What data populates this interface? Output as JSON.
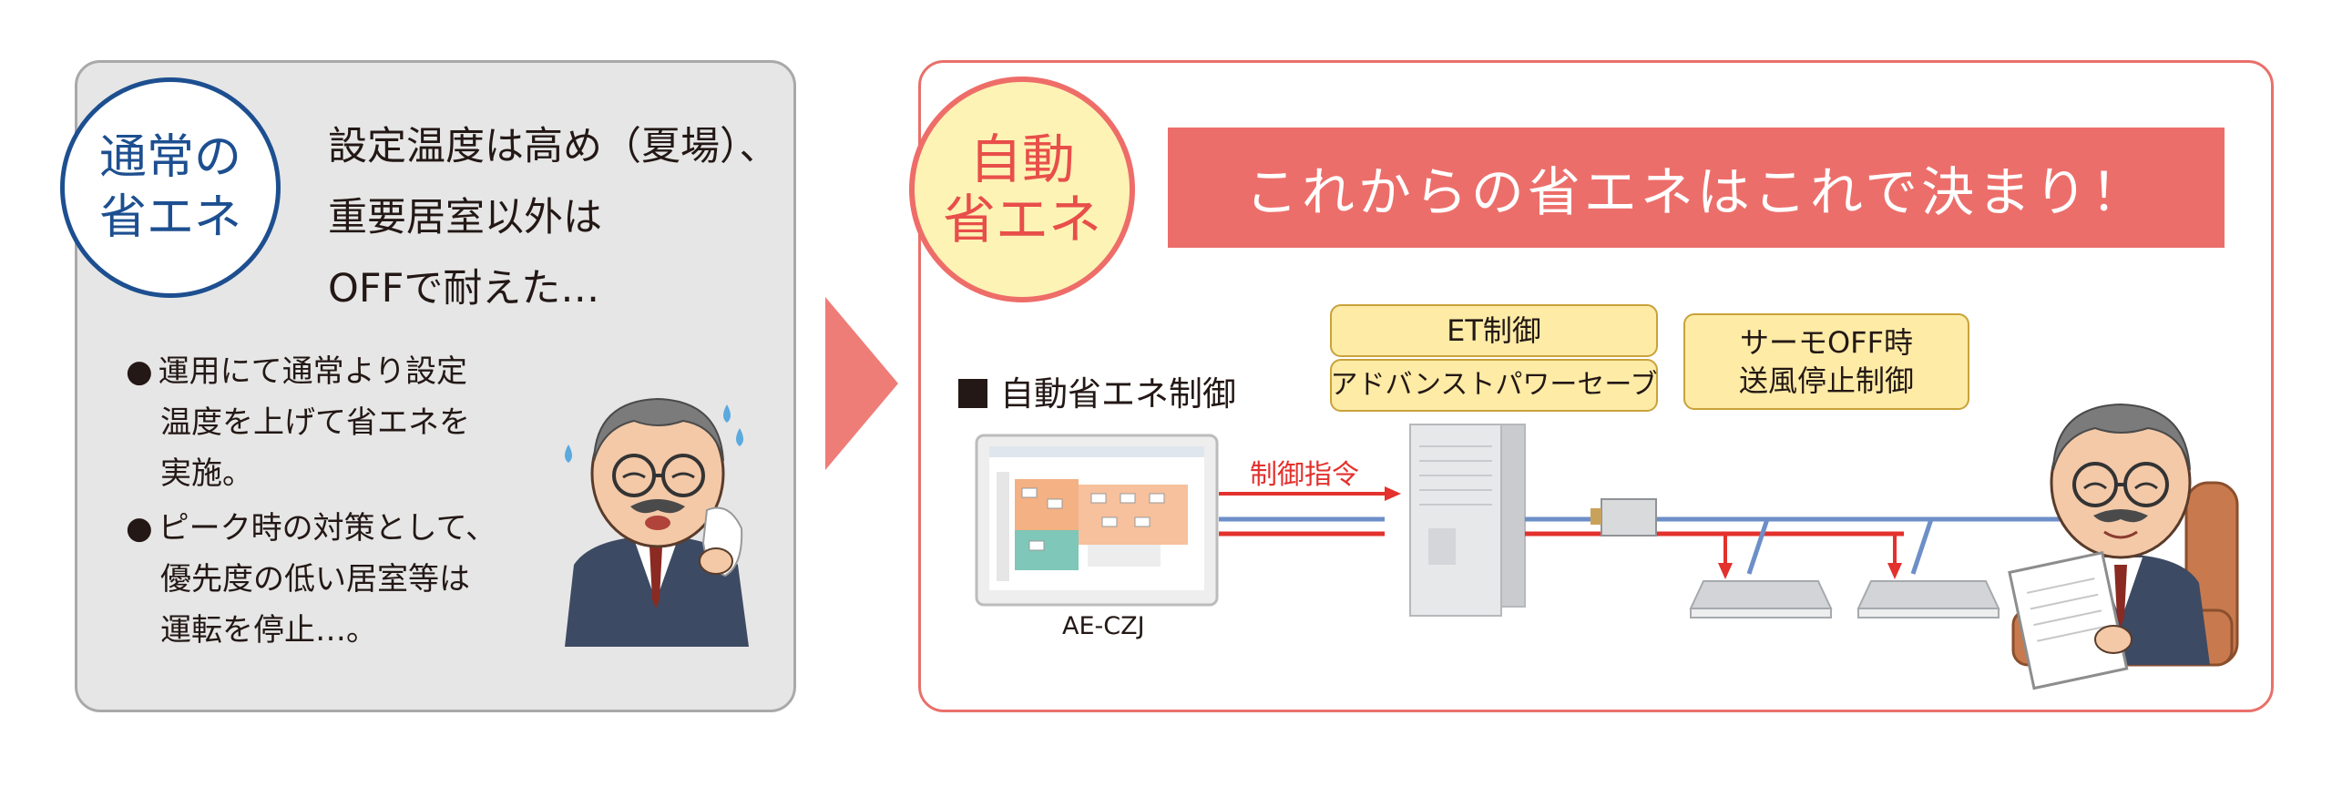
{
  "left": {
    "badge_lines": [
      "通常の",
      "省エネ"
    ],
    "heading_lines": [
      "設定温度は高め（夏場）、",
      "重要居室以外は",
      "OFFで耐えた…"
    ],
    "bullets": [
      {
        "mark": "●",
        "lines": [
          "運用にて通常より設定",
          "温度を上げて省エネを",
          "実施。"
        ]
      },
      {
        "mark": "●",
        "lines": [
          "ピーク時の対策として、",
          "優先度の低い居室等は",
          "運転を停止…。"
        ]
      }
    ]
  },
  "right": {
    "badge_lines": [
      "自動",
      "省エネ"
    ],
    "banner": "これからの省エネはこれで決まり！",
    "section_label": "自動省エネ制御",
    "tags": {
      "et": "ET制御",
      "aps": "アドバンストパワーセーブ",
      "thermo_lines": [
        "サーモOFF時",
        "送風停止制御"
      ]
    },
    "controller_caption": "AE-CZJ",
    "command_label": "制御指令"
  },
  "colors": {
    "accent_blue": "#1d4f90",
    "accent_red": "#ec6e6a",
    "pipe_red": "#e3312d",
    "pipe_blue": "#6d8fc8",
    "tag_yellow": "#fdeba6",
    "badge_yellow": "#fdf3b5"
  },
  "icons": [
    "sweat-drop-icon",
    "air-conditioner-outdoor-unit-icon",
    "ceiling-cassette-unit-icon",
    "touch-panel-controller-icon",
    "branch-box-icon"
  ]
}
